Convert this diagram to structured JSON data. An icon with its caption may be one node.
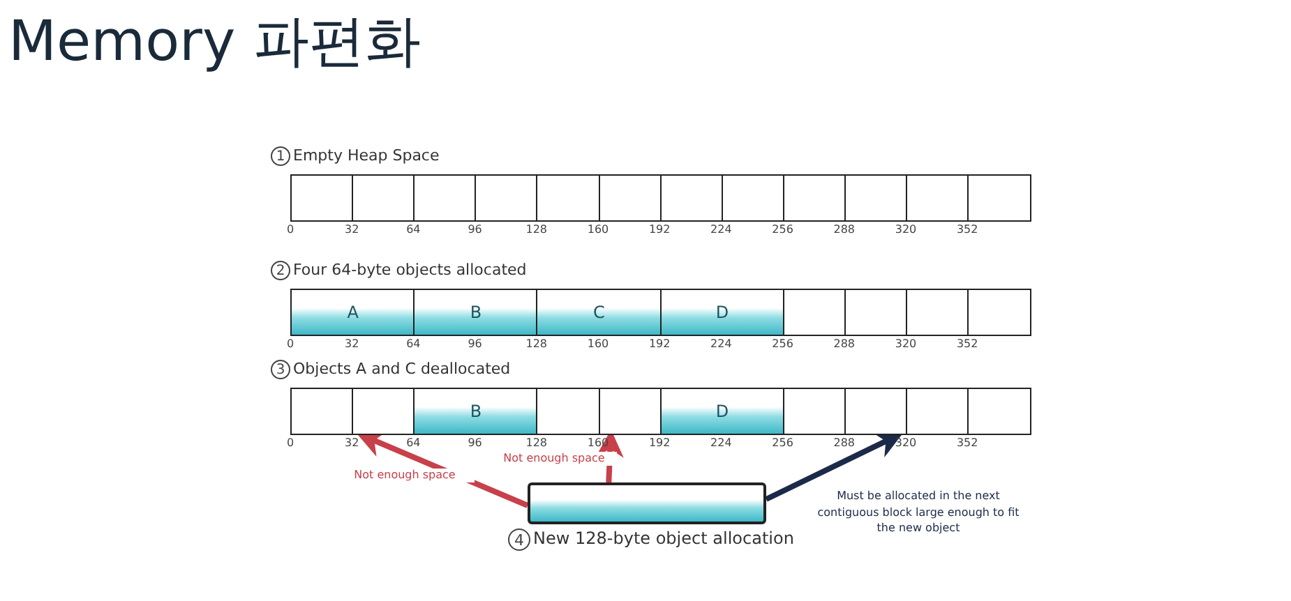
{
  "diagram": {
    "title": "Memory 파편화",
    "nodes": [
      {
        "text": [],
        "shape": "box"
      },
      {
        "text": [],
        "shape": "box"
      },
      {
        "text": [],
        "shape": "box"
      },
      {
        "text": [],
        "shape": "box"
      },
      {
        "text": [],
        "shape": "box"
      },
      {
        "text": [],
        "shape": "box"
      },
      {
        "text": [],
        "shape": "box"
      },
      {
        "text": [],
        "shape": "box"
      },
      {
        "text": [],
        "shape": "box"
      },
      {
        "text": [],
        "shape": "box"
      },
      {
        "text": [],
        "shape": "box"
      },
      {
        "text": [],
        "shape": "box"
      },
      {
        "text": [
          "A"
        ]
      },
      {
        "text": [
          "B"
        ]
      },
      {
        "text": [
          "C"
        ]
      },
      {
        "text": [
          "D"
        ]
      },
      {
        "text": [],
        "shape": "box"
      },
      {
        "text": [],
        "shape": "box"
      },
      {
        "text": [],
        "shape": "box"
      },
      {
        "text": [],
        "shape": "box"
      },
      {
        "text": [],
        "shape": "box"
      },
      {
        "text": [],
        "shape": "box"
      },
      {
        "text": [
          "B"
        ]
      },
      {
        "text": [],
        "shape": "box"
      },
      {
        "text": [],
        "shape": "box"
      },
      {
        "text": [
          "D"
        ]
      },
      {
        "text": [],
        "shape": "box"
      },
      {
        "text": [],
        "shape": "box"
      },
      {
        "text": [],
        "shape": "box"
      },
      {
        "text": [],
        "shape": "box"
      },
      {
        "text": [
          "4",
          "New 128-byte object allocation"
        ]
      }
    ],
    "edges": [
      {
        "from": 30,
        "to": 21,
        "arrow": "to",
        "label": "Not enough space"
      },
      {
        "from": 30,
        "to": 24,
        "arrow": "to",
        "label": "Not enough space"
      },
      {
        "from": 30,
        "to": 27,
        "arrow": "to",
        "label": "Must be allocated in the next contiguous block large enough to fit the new object",
        "color": "#1c2a4a"
      }
    ],
    "labels": [
      "1",
      "Empty Heap Space",
      "0",
      "32",
      "64",
      "96",
      "128",
      "160",
      "192",
      "224",
      "256",
      "288",
      "320",
      "352",
      "2",
      "Four 64-byte objects allocated",
      "0",
      "32",
      "64",
      "96",
      "128",
      "160",
      "192",
      "224",
      "256",
      "288",
      "320",
      "352",
      "3",
      "Objects A and C deallocated",
      "0",
      "32",
      "64",
      "96",
      "128",
      "160",
      "192",
      "224",
      "256",
      "288",
      "320",
      "352"
    ]
  }
}
